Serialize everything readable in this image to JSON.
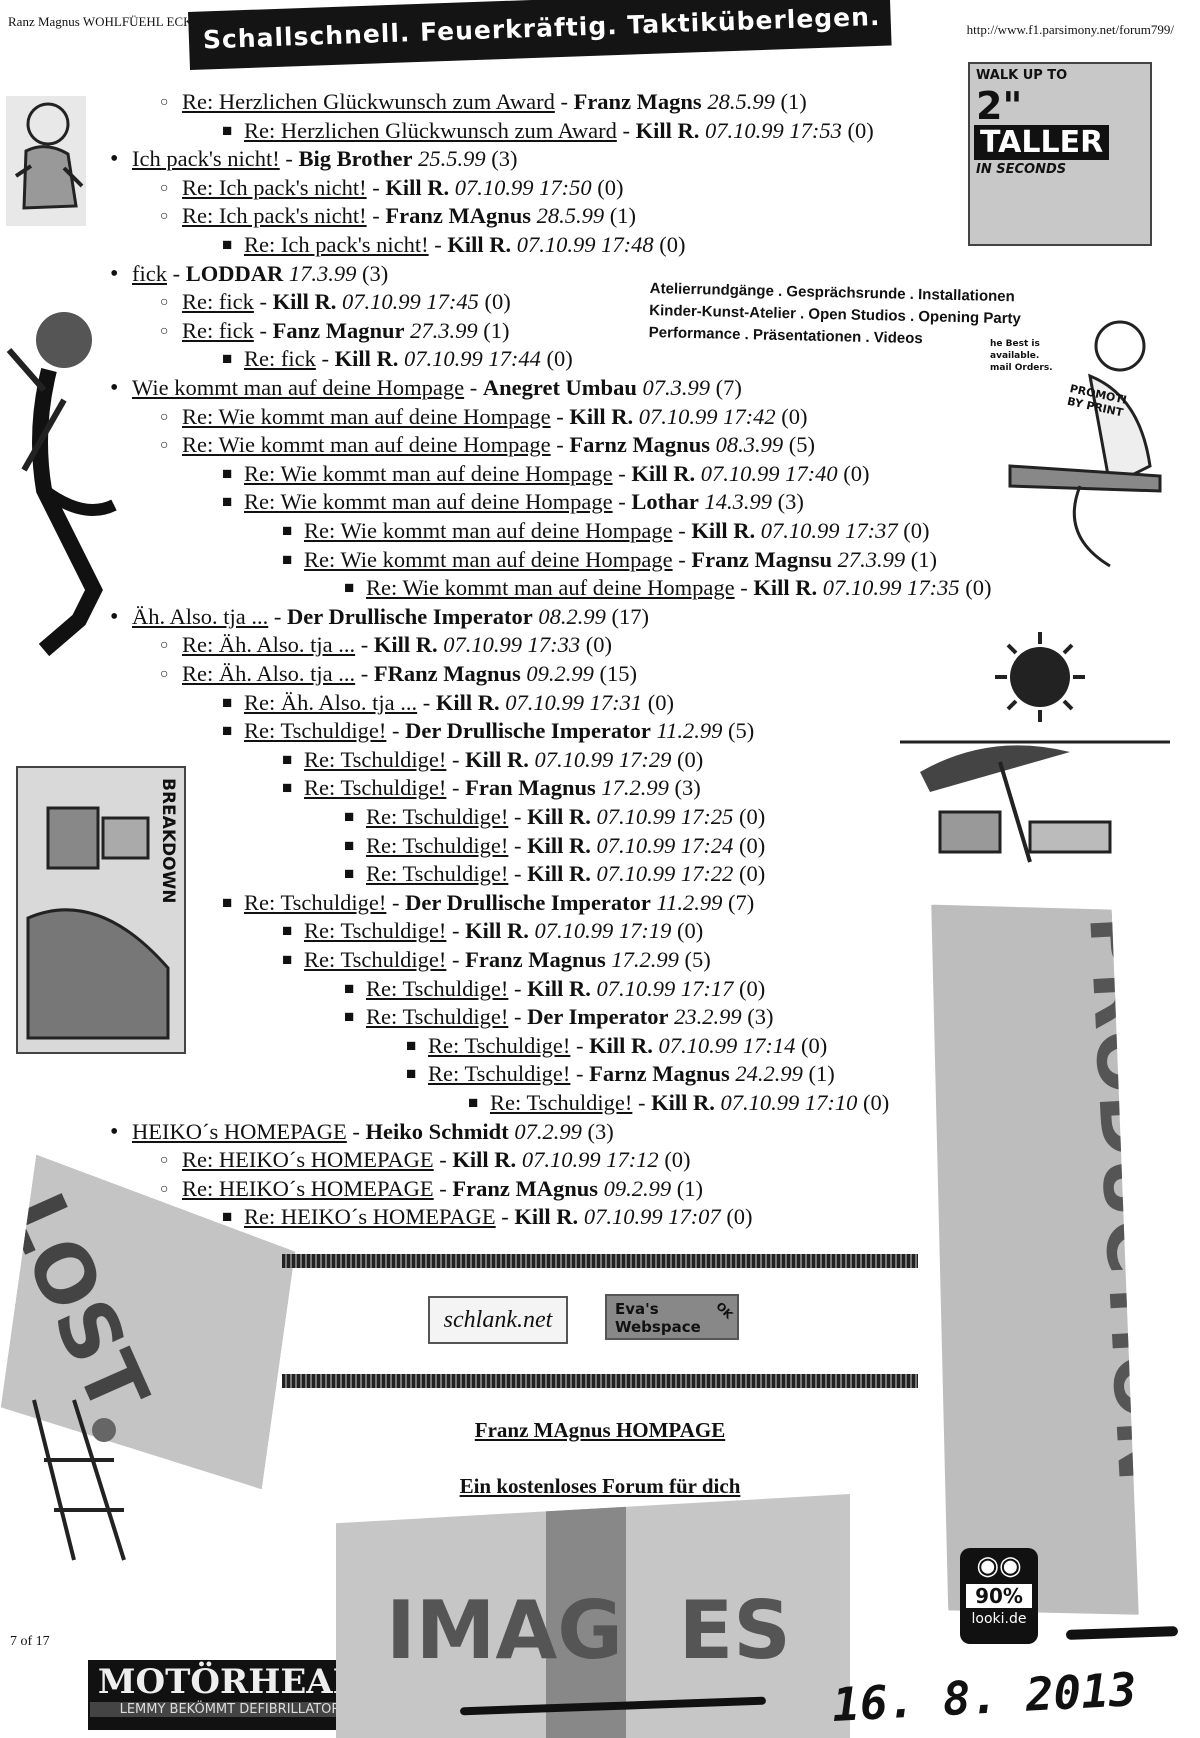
{
  "header": {
    "left_text": "Ranz Magnus WOHLFÜEHL ECKE",
    "url": "http://www.f1.parsimony.net/forum799/",
    "banner": "Schallschnell. Feuerkräftig. Taktiküberlegen."
  },
  "forum_rows": [
    {
      "level": 1,
      "title": "Re: Herzlichen Glückwunsch zum Award",
      "author": "Franz Magns",
      "date": "28.5.99",
      "count": "(1)"
    },
    {
      "level": 2,
      "title": "Re: Herzlichen Glückwunsch zum Award",
      "author": "Kill R.",
      "date": "07.10.99 17:53",
      "count": "(0)"
    },
    {
      "level": 0,
      "title": "Ich pack's nicht!",
      "author": "Big Brother",
      "date": "25.5.99",
      "count": "(3)"
    },
    {
      "level": 1,
      "title": "Re: Ich pack's nicht!",
      "author": "Kill R.",
      "date": "07.10.99 17:50",
      "count": "(0)"
    },
    {
      "level": 1,
      "title": "Re: Ich pack's nicht!",
      "author": "Franz MAgnus",
      "date": "28.5.99",
      "count": "(1)"
    },
    {
      "level": 2,
      "title": "Re: Ich pack's nicht!",
      "author": "Kill R.",
      "date": "07.10.99 17:48",
      "count": "(0)"
    },
    {
      "level": 0,
      "title": "fick",
      "author": "LODDAR",
      "date": "17.3.99",
      "count": "(3)"
    },
    {
      "level": 1,
      "title": "Re: fick",
      "author": "Kill R.",
      "date": "07.10.99 17:45",
      "count": "(0)"
    },
    {
      "level": 1,
      "title": "Re: fick",
      "author": "Fanz Magnur",
      "date": "27.3.99",
      "count": "(1)"
    },
    {
      "level": 2,
      "title": "Re: fick",
      "author": "Kill R.",
      "date": "07.10.99 17:44",
      "count": "(0)"
    },
    {
      "level": 0,
      "title": "Wie kommt man auf deine Hompage",
      "author": "Anegret Umbau",
      "date": "07.3.99",
      "count": "(7)"
    },
    {
      "level": 1,
      "title": "Re: Wie kommt man auf deine Hompage",
      "author": "Kill R.",
      "date": "07.10.99 17:42",
      "count": "(0)"
    },
    {
      "level": 1,
      "title": "Re: Wie kommt man auf deine Hompage",
      "author": "Farnz Magnus",
      "date": "08.3.99",
      "count": "(5)"
    },
    {
      "level": 2,
      "title": "Re: Wie kommt man auf deine Hompage",
      "author": "Kill R.",
      "date": "07.10.99 17:40",
      "count": "(0)"
    },
    {
      "level": 2,
      "title": "Re: Wie kommt man auf deine Hompage",
      "author": "Lothar",
      "date": "14.3.99",
      "count": "(3)"
    },
    {
      "level": 3,
      "title": "Re: Wie kommt man auf deine Hompage",
      "author": "Kill R.",
      "date": "07.10.99 17:37",
      "count": "(0)"
    },
    {
      "level": 3,
      "title": "Re: Wie kommt man auf deine Hompage",
      "author": "Franz Magnsu",
      "date": "27.3.99",
      "count": "(1)"
    },
    {
      "level": 4,
      "title": "Re: Wie kommt man auf deine Hompage",
      "author": "Kill R.",
      "date": "07.10.99 17:35",
      "count": "(0)"
    },
    {
      "level": 0,
      "title": "Äh. Also. tja ...",
      "author": "Der Drullische Imperator",
      "date": "08.2.99",
      "count": "(17)"
    },
    {
      "level": 1,
      "title": "Re: Äh. Also. tja ...",
      "author": "Kill R.",
      "date": "07.10.99 17:33",
      "count": "(0)"
    },
    {
      "level": 1,
      "title": "Re: Äh. Also. tja ...",
      "author": "FRanz Magnus",
      "date": "09.2.99",
      "count": "(15)"
    },
    {
      "level": 2,
      "title": "Re: Äh. Also. tja ...",
      "author": "Kill R.",
      "date": "07.10.99 17:31",
      "count": "(0)"
    },
    {
      "level": 2,
      "title": "Re: Tschuldige!",
      "author": "Der Drullische Imperator",
      "date": "11.2.99",
      "count": "(5)"
    },
    {
      "level": 3,
      "title": "Re: Tschuldige!",
      "author": "Kill R.",
      "date": "07.10.99 17:29",
      "count": "(0)"
    },
    {
      "level": 3,
      "title": "Re: Tschuldige!",
      "author": "Fran Magnus",
      "date": "17.2.99",
      "count": "(3)"
    },
    {
      "level": 4,
      "title": "Re: Tschuldige!",
      "author": "Kill R.",
      "date": "07.10.99 17:25",
      "count": "(0)"
    },
    {
      "level": 4,
      "title": "Re: Tschuldige!",
      "author": "Kill R.",
      "date": "07.10.99 17:24",
      "count": "(0)"
    },
    {
      "level": 4,
      "title": "Re: Tschuldige!",
      "author": "Kill R.",
      "date": "07.10.99 17:22",
      "count": "(0)"
    },
    {
      "level": 2,
      "title": "Re: Tschuldige!",
      "author": "Der Drullische Imperator",
      "date": "11.2.99",
      "count": "(7)"
    },
    {
      "level": 3,
      "title": "Re: Tschuldige!",
      "author": "Kill R.",
      "date": "07.10.99 17:19",
      "count": "(0)"
    },
    {
      "level": 3,
      "title": "Re: Tschuldige!",
      "author": "Franz Magnus",
      "date": "17.2.99",
      "count": "(5)"
    },
    {
      "level": 4,
      "title": "Re: Tschuldige!",
      "author": "Kill R.",
      "date": "07.10.99 17:17",
      "count": "(0)"
    },
    {
      "level": 4,
      "title": "Re: Tschuldige!",
      "author": "Der Imperator",
      "date": "23.2.99",
      "count": "(3)"
    },
    {
      "level": 5,
      "title": "Re: Tschuldige!",
      "author": "Kill R.",
      "date": "07.10.99 17:14",
      "count": "(0)"
    },
    {
      "level": 5,
      "title": "Re: Tschuldige!",
      "author": "Farnz Magnus",
      "date": "24.2.99",
      "count": "(1)"
    },
    {
      "level": 6,
      "title": "Re: Tschuldige!",
      "author": "Kill R.",
      "date": "07.10.99 17:10",
      "count": "(0)"
    },
    {
      "level": 0,
      "title": "HEIKO´s HOMEPAGE",
      "author": "Heiko Schmidt",
      "date": "07.2.99",
      "count": "(3)"
    },
    {
      "level": 1,
      "title": "Re: HEIKO´s HOMEPAGE",
      "author": "Kill R.",
      "date": "07.10.99 17:12",
      "count": "(0)"
    },
    {
      "level": 1,
      "title": "Re: HEIKO´s HOMEPAGE",
      "author": "Franz MAgnus",
      "date": "09.2.99",
      "count": "(1)"
    },
    {
      "level": 2,
      "title": "Re: HEIKO´s HOMEPAGE",
      "author": "Kill R.",
      "date": "07.10.99 17:07",
      "count": "(0)"
    }
  ],
  "ad_block": [
    "Atelierrundgänge . Gesprächsrunde . Installationen",
    "Kinder-Kunst-Atelier . Open Studios . Opening Party",
    "Performance . Präsentationen . Videos"
  ],
  "collage_words": {
    "taller_top": "WALK UP TO",
    "taller_big": "2\"",
    "taller_word": "TALLER",
    "taller_sub": "IN SECONDS",
    "promoti": "PROMOTI BY PRINT",
    "best": "he Best is available. mail Orders.",
    "breakdown": "BREAKDOWN",
    "production": "PRODUCTION",
    "lost": "LOST",
    "images": "IMAG  ES"
  },
  "buttons": {
    "schlank": "schlank.net",
    "evas": "Eva's Webspace",
    "evas_ok": "OK"
  },
  "footer_links": {
    "homepage": "Franz MAgnus HOMPAGE",
    "forum": "Ein kostenloses Forum für dich"
  },
  "looki": {
    "percent": "90%",
    "site": "looki.de"
  },
  "page_number": "7 of 17",
  "motorhead": {
    "title": "MOTÖRHEAD",
    "sub": "LEMMY BEKÖMMT DEFIBRILLATOR"
  },
  "handwritten_date": "16. 8. 2013"
}
